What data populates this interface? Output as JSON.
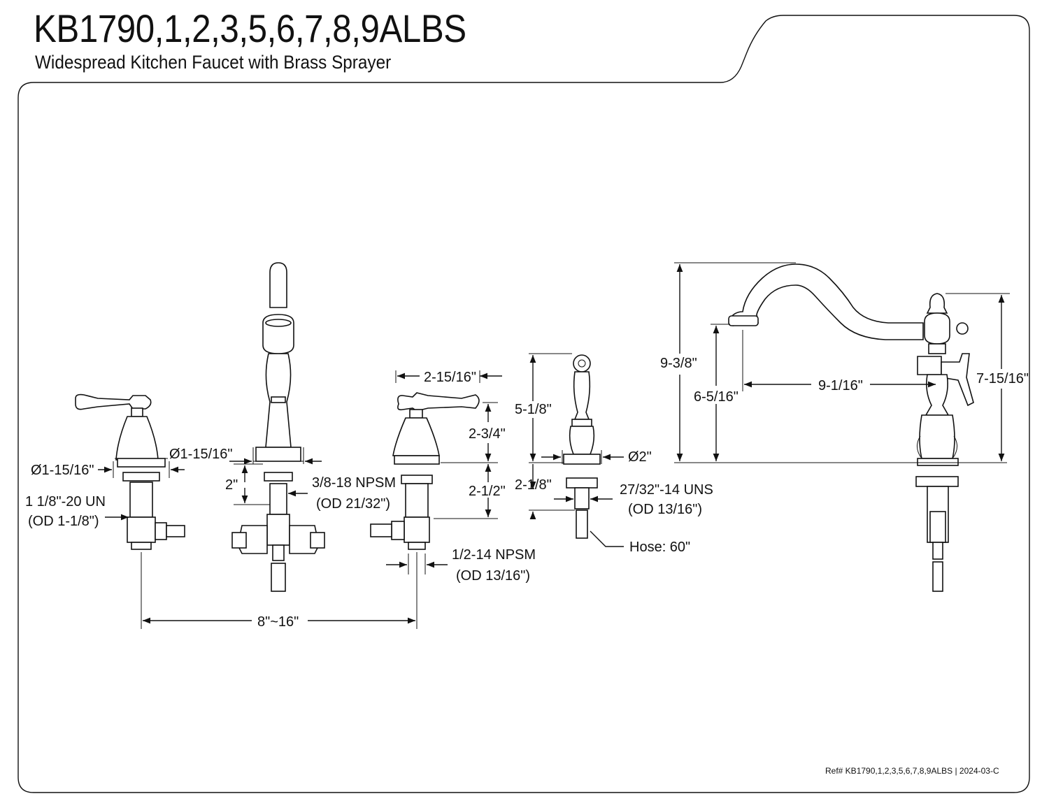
{
  "header": {
    "title": "KB1790,1,2,3,5,6,7,8,9ALBS",
    "subtitle": "Widespread Kitchen Faucet with Brass Sprayer"
  },
  "footer": {
    "ref": "Ref# KB1790,1,2,3,5,6,7,8,9ALBS | 2024-03-C"
  },
  "dimensions": {
    "left_handle_diameter": "Ø1-15/16\"",
    "left_thread": "1 1/8\"-20 UN",
    "left_thread_od": "(OD 1-1/8\")",
    "spout_diameter": "Ø1-15/16\"",
    "spout_height_below": "2\"",
    "spout_thread": "3/8-18 NPSM",
    "spout_thread_od": "(OD 21/32\")",
    "handle_width": "2-15/16\"",
    "handle_height": "2-3/4\"",
    "handle_shank": "2-1/2\"",
    "handle_outlet_thread": "1/2-14 NPSM",
    "handle_outlet_od": "(OD 13/16\")",
    "spread": "8\"~16\"",
    "sprayer_height": "5-1/8\"",
    "sprayer_diameter": "Ø2\"",
    "sprayer_shank": "2-1/8\"",
    "sprayer_thread": "27/32\"-14 UNS",
    "sprayer_thread_od": "(OD 13/16\")",
    "hose": "Hose: 60\"",
    "overall_height": "9-3/8\"",
    "spout_clearance": "6-5/16\"",
    "spout_reach": "9-1/16\"",
    "side_handle_height": "7-15/16\""
  }
}
